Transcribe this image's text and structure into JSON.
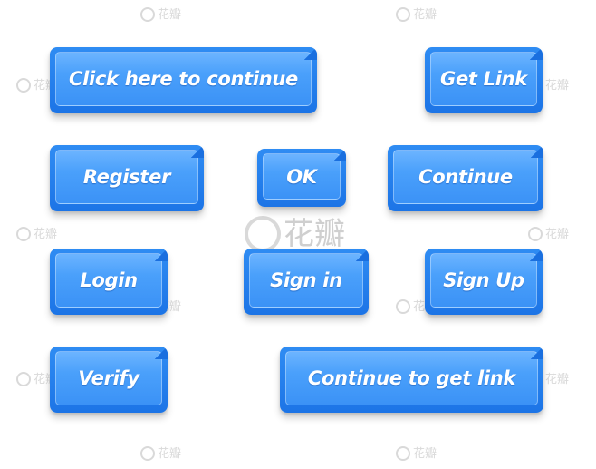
{
  "buttons": {
    "click_here": "Click here to continue",
    "get_link": "Get Link",
    "register": "Register",
    "ok": "OK",
    "continue": "Continue",
    "login": "Login",
    "sign_in": "Sign in",
    "sign_up": "Sign Up",
    "verify": "Verify",
    "continue_to_get_link": "Continue to get link"
  },
  "watermark": {
    "text": "花瓣"
  },
  "colors": {
    "button_face": "#4aa0fb",
    "button_base": "#1c74e6",
    "label": "#ffffff",
    "background": "#ffffff"
  }
}
